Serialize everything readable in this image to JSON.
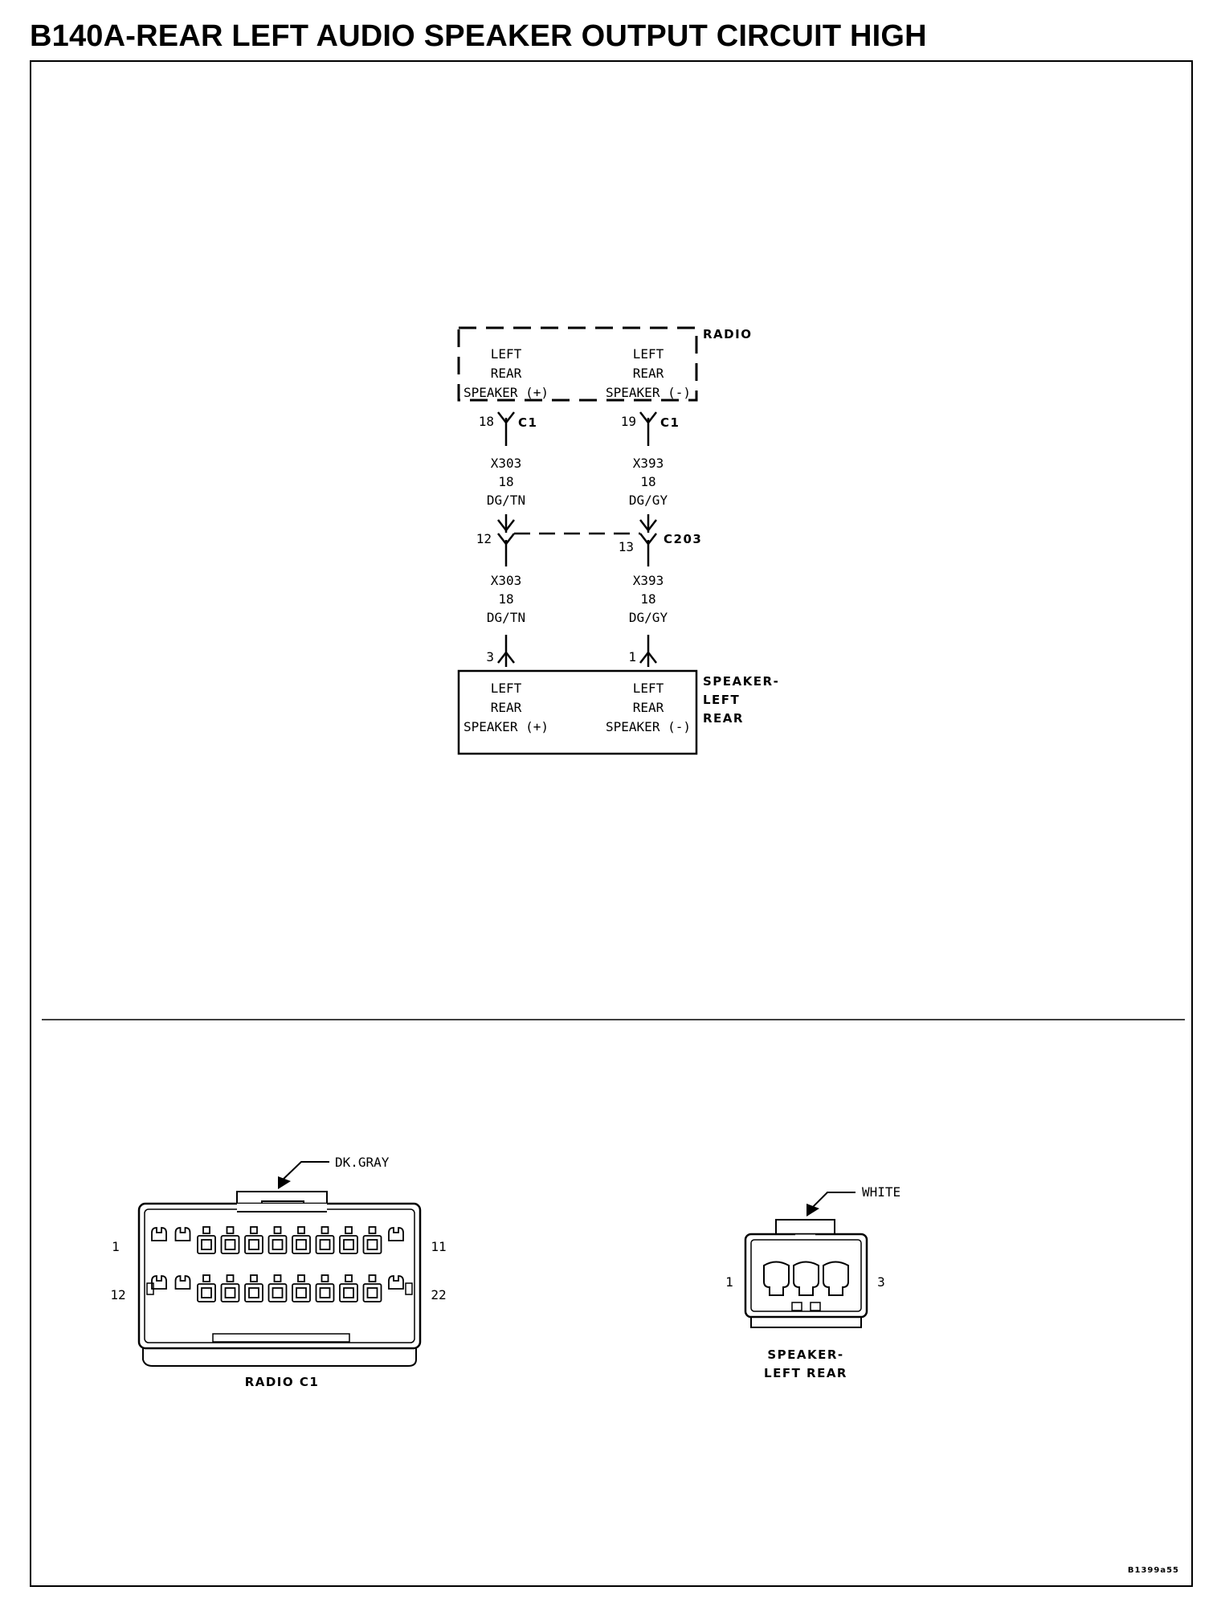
{
  "title": "B140A-REAR LEFT AUDIO SPEAKER OUTPUT CIRCUIT HIGH",
  "radio": {
    "name": "RADIO",
    "pin_pos": [
      "LEFT",
      "REAR",
      "SPEAKER (+)"
    ],
    "pin_neg": [
      "LEFT",
      "REAR",
      "SPEAKER (-)"
    ]
  },
  "upper_pins": [
    {
      "pin": "18",
      "connector": "C1"
    },
    {
      "pin": "19",
      "connector": "C1"
    }
  ],
  "wires_upper": [
    {
      "circuit": "X303",
      "gauge": "18",
      "color": "DG/TN"
    },
    {
      "circuit": "X393",
      "gauge": "18",
      "color": "DG/GY"
    }
  ],
  "inline_connector": {
    "name": "C203",
    "pins": [
      "12",
      "13"
    ]
  },
  "wires_lower": [
    {
      "circuit": "X303",
      "gauge": "18",
      "color": "DG/TN"
    },
    {
      "circuit": "X393",
      "gauge": "18",
      "color": "DG/GY"
    }
  ],
  "speaker": {
    "name": [
      "SPEAKER-",
      "LEFT",
      "REAR"
    ],
    "pins": [
      "3",
      "1"
    ],
    "pin_pos": [
      "LEFT",
      "REAR",
      "SPEAKER (+)"
    ],
    "pin_neg": [
      "LEFT",
      "REAR",
      "SPEAKER (-)"
    ]
  },
  "radio_c1_view": {
    "color_label": "DK.GRAY",
    "pin_labels": [
      "1",
      "11",
      "12",
      "22"
    ],
    "caption": "RADIO C1"
  },
  "speaker_view": {
    "color_label": "WHITE",
    "pin_labels": [
      "1",
      "3"
    ],
    "caption": [
      "SPEAKER-",
      "LEFT REAR"
    ]
  },
  "figure_code": "B1399a55"
}
